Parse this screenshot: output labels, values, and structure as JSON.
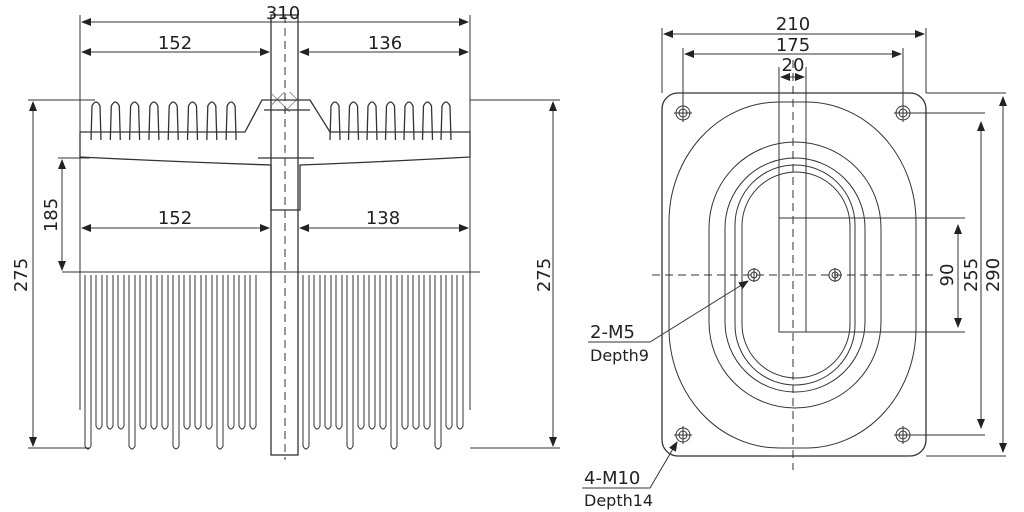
{
  "side_view": {
    "overall_width": "310",
    "top_left_width": "152",
    "top_right_width": "136",
    "lower_left_width": "152",
    "lower_right_width": "138",
    "upper_height": "185",
    "left_total_height": "275",
    "right_total_height": "275"
  },
  "plan_view": {
    "plate_width": "210",
    "hole_spacing_x": "175",
    "slot_width": "20",
    "slot_height": "90",
    "hole_spacing_y": "255",
    "plate_height": "290",
    "small_thread": "2-M5",
    "small_depth": "Depth9",
    "large_thread": "4-M10",
    "large_depth": "Depth14"
  }
}
